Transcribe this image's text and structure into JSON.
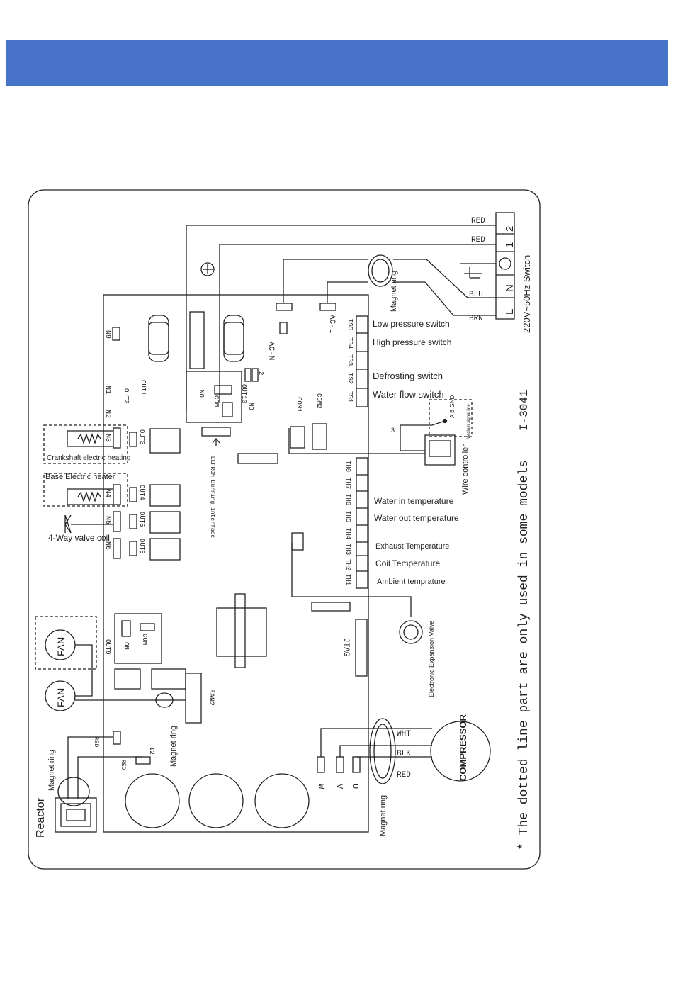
{
  "header": {
    "color": "#4774c8"
  },
  "colors": {
    "line": "#222222",
    "band": "#4774c8"
  },
  "diagram": {
    "model": "I-3041",
    "note": "* The dotted line part are only used in some models",
    "power": {
      "switch": "220V~50Hz Switch",
      "terminals": [
        "L",
        "N",
        "⊕",
        "1",
        "2"
      ],
      "wires": [
        "RED",
        "RED",
        "BLU",
        "BRN"
      ],
      "pins": [
        "AC-N",
        "AC-L"
      ]
    },
    "magnet_ring": "Magnet ring",
    "switches": [
      {
        "pin": "TS5",
        "label": "Low pressure switch"
      },
      {
        "pin": "TS4",
        "label": "High pressure switch"
      },
      {
        "pin": "TS3",
        "label": ""
      },
      {
        "pin": "TS2",
        "label": "Defrosting switch"
      },
      {
        "pin": "TS1",
        "label": "Water flow switch"
      }
    ],
    "sensors": [
      {
        "pin": "TH8",
        "label": ""
      },
      {
        "pin": "TH7",
        "label": ""
      },
      {
        "pin": "TH6",
        "label": "Water in temperature"
      },
      {
        "pin": "TH5",
        "label": "Water out temperature"
      },
      {
        "pin": "TH4",
        "label": ""
      },
      {
        "pin": "TH3",
        "label": "Exhaust Temperature"
      },
      {
        "pin": "TH2",
        "label": "Coil Temperature"
      },
      {
        "pin": "TH1",
        "label": "Ambient temprature"
      }
    ],
    "com": [
      "COM1",
      "COM2"
    ],
    "wire_controller": {
      "label": "Wire controller",
      "pins": "A B GND",
      "signal": "Medium signal line",
      "count": "3"
    },
    "relay": {
      "no": "NO",
      "com": "COM",
      "out10": "OUT10",
      "pin_num": "2",
      "no2": "NO"
    },
    "n_pins": [
      "N9",
      "N1",
      "N2",
      "N3",
      "N4",
      "N5",
      "N6"
    ],
    "outs": [
      "OUT2",
      "OUT1",
      "OUT3",
      "OUT4",
      "OUT5",
      "OUT6"
    ],
    "loads": {
      "crankshaft": "Crankshaft electric heating",
      "base": "Base Electric heater",
      "valve": "4-Way valve coil"
    },
    "eeprom": "EEPROM Burning interface",
    "eev": "Electronic Expansion Valve",
    "jtag": "JTAG",
    "fan": {
      "label": "FAN",
      "connector": "FAN2",
      "out9": "OUT9",
      "on": "ON",
      "com": "COM"
    },
    "reactor": {
      "label": "Reactor",
      "red1": "RED",
      "red2": "RED",
      "pin": "I2"
    },
    "compressor": {
      "label": "COMPRESSOR",
      "wires": [
        "WHT",
        "BLK",
        "RED"
      ],
      "pins": [
        "W",
        "V",
        "U"
      ]
    }
  }
}
